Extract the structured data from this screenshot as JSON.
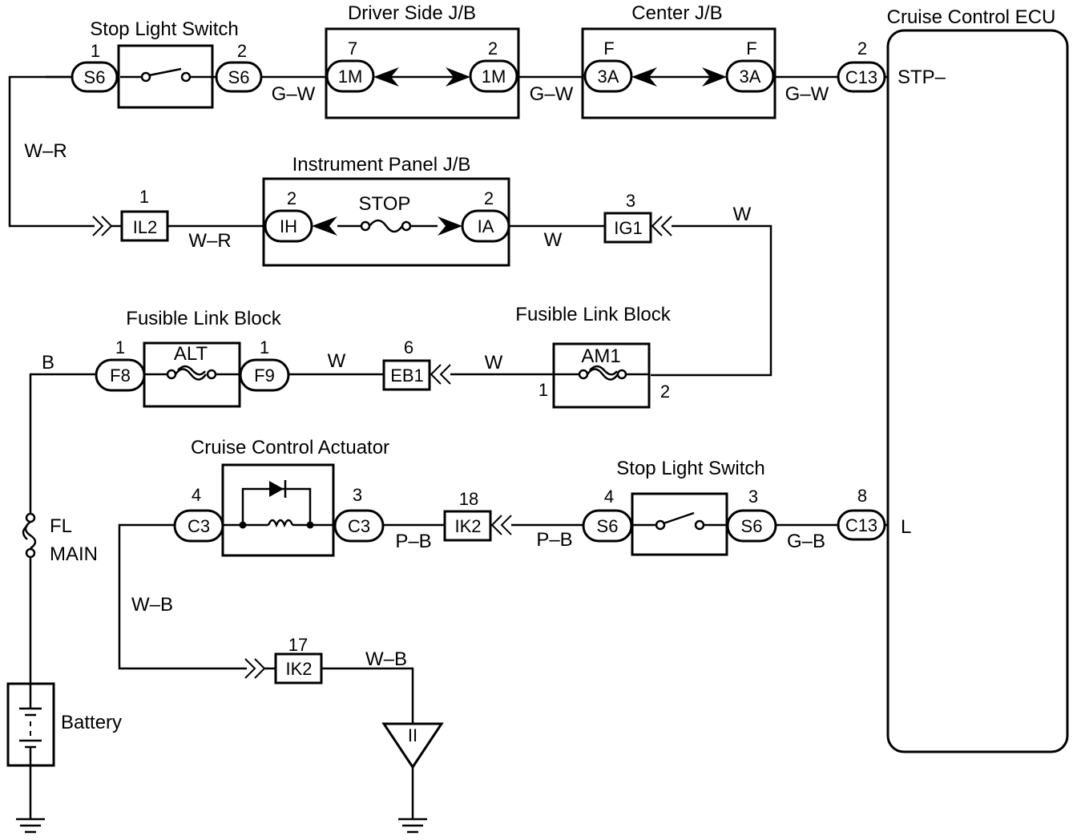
{
  "components": {
    "stop_light_switch_top": "Stop Light Switch",
    "driver_side_jb": "Driver Side J/B",
    "center_jb": "Center J/B",
    "cruise_ecu": "Cruise Control ECU",
    "instrument_panel_jb": "Instrument Panel J/B",
    "fuse_stop": "STOP",
    "fusible_link_block_left": "Fusible Link Block",
    "fusible_link_block_right": "Fusible Link Block",
    "fuse_alt": "ALT",
    "fuse_am1": "AM1",
    "cruise_actuator": "Cruise Control Actuator",
    "stop_light_switch_bottom": "Stop Light Switch",
    "fl_main_1": "FL",
    "fl_main_2": "MAIN",
    "battery": "Battery",
    "ground_mark": "II"
  },
  "ecu_pins": {
    "stp": "STP–",
    "l": "L"
  },
  "connectors": {
    "s6_a": "S6",
    "s6_b": "S6",
    "dj_1m_a": "1M",
    "dj_1m_b": "1M",
    "cj_3a_a": "3A",
    "cj_3a_b": "3A",
    "c13_top": "C13",
    "il2": "IL2",
    "ih": "IH",
    "ia": "IA",
    "ig1": "IG1",
    "f8": "F8",
    "f9": "F9",
    "eb1": "EB1",
    "c3_a": "C3",
    "c3_b": "C3",
    "ik2_18": "IK2",
    "s6_c": "S6",
    "s6_d": "S6",
    "c13_bottom": "C13",
    "ik2_17": "IK2"
  },
  "pins": {
    "s6_a": "1",
    "s6_b": "2",
    "dj_a": "7",
    "dj_b": "2",
    "cj_a": "F",
    "cj_b": "F",
    "c13_top": "2",
    "il2": "1",
    "ih": "2",
    "ia": "2",
    "ig1": "3",
    "f8": "1",
    "f9": "1",
    "eb1": "6",
    "am1_in": "1",
    "am1_out": "2",
    "c3_a": "4",
    "c3_b": "3",
    "ik2_18": "18",
    "s6_c": "4",
    "s6_d": "3",
    "c13_bottom": "8",
    "ik2_17": "17"
  },
  "wires": {
    "gw1": "G–W",
    "gw2": "G–W",
    "gw3": "G–W",
    "wr1": "W–R",
    "wr2": "W–R",
    "w1": "W",
    "w2": "W",
    "w3": "W",
    "w4": "W",
    "b": "B",
    "pb1": "P–B",
    "pb2": "P–B",
    "gb": "G–B",
    "wb1": "W–B",
    "wb2": "W–B"
  }
}
